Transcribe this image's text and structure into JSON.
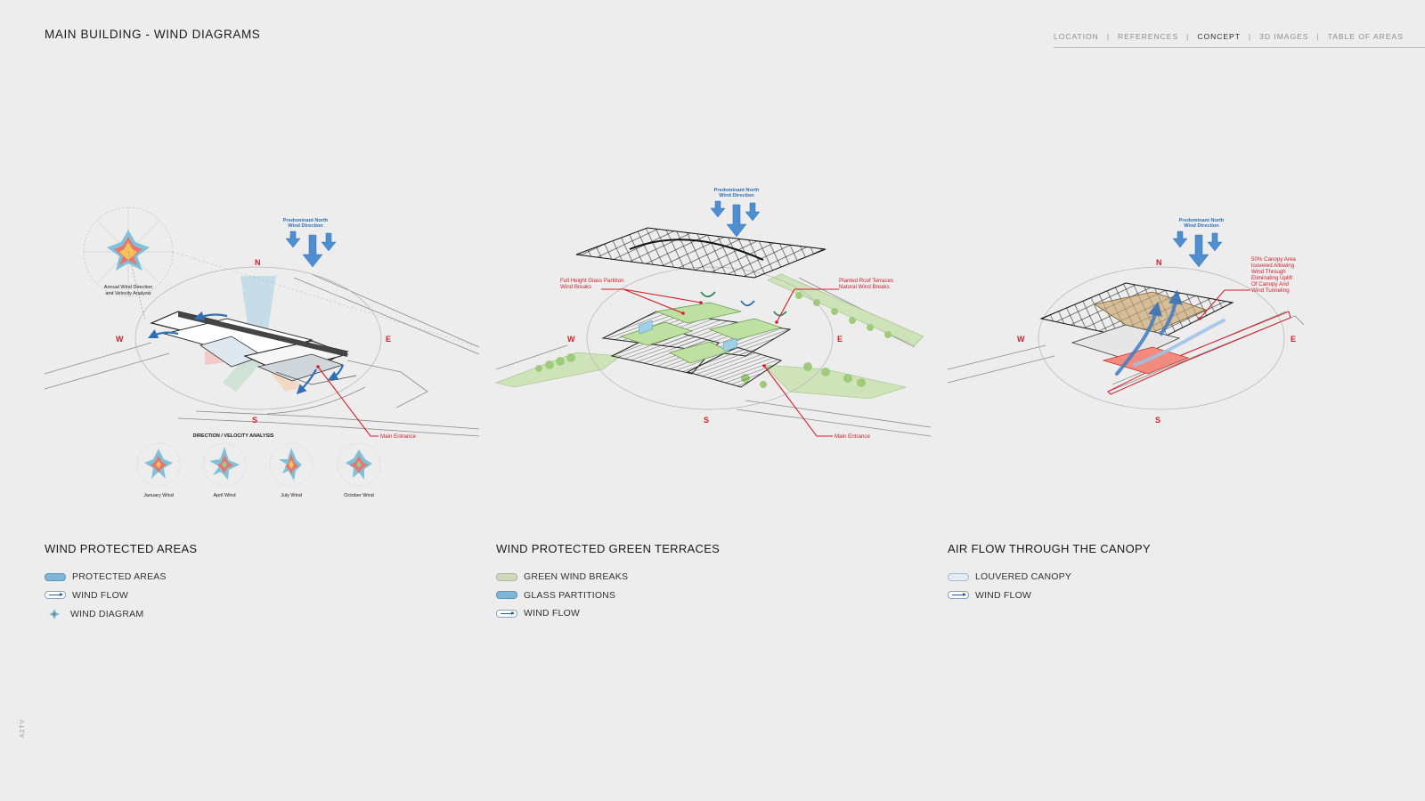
{
  "header": {
    "title": "MAIN BUILDING - WIND DIAGRAMS"
  },
  "nav": {
    "items": [
      {
        "label": "LOCATION",
        "active": false
      },
      {
        "label": "REFERENCES",
        "active": false
      },
      {
        "label": "CONCEPT",
        "active": true
      },
      {
        "label": "3D IMAGES",
        "active": false
      },
      {
        "label": "TABLE OF AREAS",
        "active": false
      }
    ],
    "separator": "|"
  },
  "compass": {
    "n": "N",
    "e": "E",
    "s": "S",
    "w": "W"
  },
  "diagram1": {
    "wind_direction_label": [
      "Predominant North",
      "Wind Direction"
    ],
    "rose_caption": [
      "Annual Wind Direction",
      "and Velocity Analysis"
    ],
    "main_entrance": "Main Entrance",
    "analysis_title": "DIRECTION / VELOCITY ANALYSIS",
    "roses": [
      "January Wind",
      "April Wind",
      "July Wind",
      "October Wind"
    ]
  },
  "diagram2": {
    "wind_direction_label": [
      "Predominant North",
      "Wind Direction"
    ],
    "glass_label": [
      "Full Height Glass Partition",
      "Wind Breaks"
    ],
    "terrace_label": [
      "Planted Roof Terraces",
      "Natural Wind Breaks"
    ],
    "main_entrance": "Main Entrance"
  },
  "diagram3": {
    "wind_direction_label": [
      "Predominant North",
      "Wind Direction"
    ],
    "canopy_note": [
      "50% Canopy Area",
      "louvered Allowing",
      "Wind Through",
      "Eliminating Uplift",
      "Of Canopy And",
      "Wind Tunneling"
    ]
  },
  "sections": [
    {
      "title": "WIND PROTECTED AREAS",
      "legend": [
        {
          "label": "PROTECTED AREAS",
          "icon": "protected-area-swatch"
        },
        {
          "label": "WIND FLOW",
          "icon": "wind-flow-arrow"
        },
        {
          "label": "WIND DIAGRAM",
          "icon": "wind-rose-icon"
        }
      ]
    },
    {
      "title": "WIND PROTECTED GREEN TERRACES",
      "legend": [
        {
          "label": "GREEN WIND BREAKS",
          "icon": "green-break-swatch"
        },
        {
          "label": "GLASS PARTITIONS",
          "icon": "glass-partition-swatch"
        },
        {
          "label": "WIND FLOW",
          "icon": "wind-flow-arrow"
        }
      ]
    },
    {
      "title": "AIR FLOW THROUGH THE CANOPY",
      "legend": [
        {
          "label": "LOUVERED CANOPY",
          "icon": "louvered-canopy-swatch"
        },
        {
          "label": "WIND FLOW",
          "icon": "wind-flow-arrow"
        }
      ]
    }
  ],
  "side_mark": "A2TV",
  "colors": {
    "accent_red": "#d21f2b",
    "wind_blue": "#2f6fb5",
    "protected_blue": "#7fb6d6",
    "green": "#a8cf8a"
  }
}
